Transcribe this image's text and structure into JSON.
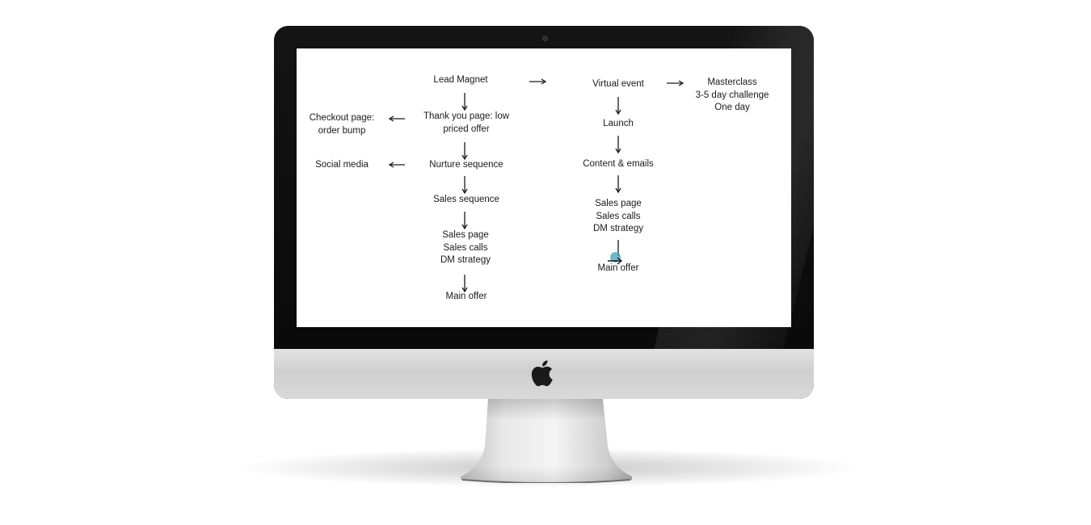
{
  "funnel": {
    "left_column": {
      "lead_magnet": "Lead Magnet",
      "thank_you_line1": "Thank you page: low",
      "thank_you_line2": "priced offer",
      "nurture": "Nurture sequence",
      "sales_sequence": "Sales sequence",
      "sales_page": "Sales page",
      "sales_calls": "Sales calls",
      "dm_strategy": "DM strategy",
      "main_offer": "Main offer"
    },
    "side_branches": {
      "checkout_line1": "Checkout page:",
      "checkout_line2": "order bump",
      "social_media": "Social media"
    },
    "right_column": {
      "virtual_event": "Virtual event",
      "launch": "Launch",
      "content_emails": "Content & emails",
      "sales_page": "Sales page",
      "sales_calls": "Sales calls",
      "dm_strategy": "DM strategy",
      "main_offer": "Main offer"
    },
    "event_options": {
      "masterclass": "Masterclass",
      "challenge": "3-5 day challenge",
      "one_day": "One day"
    }
  },
  "colors": {
    "bezel": "#0c0c0c",
    "chin": "#d6d6d6",
    "screen_bg": "#ffffff",
    "text": "#1a1a1a",
    "cursor": "#40a0b4"
  },
  "icons": {
    "brand_logo": "apple-logo-icon",
    "arrows": "arrow-icon",
    "cursor": "cursor-icon"
  }
}
